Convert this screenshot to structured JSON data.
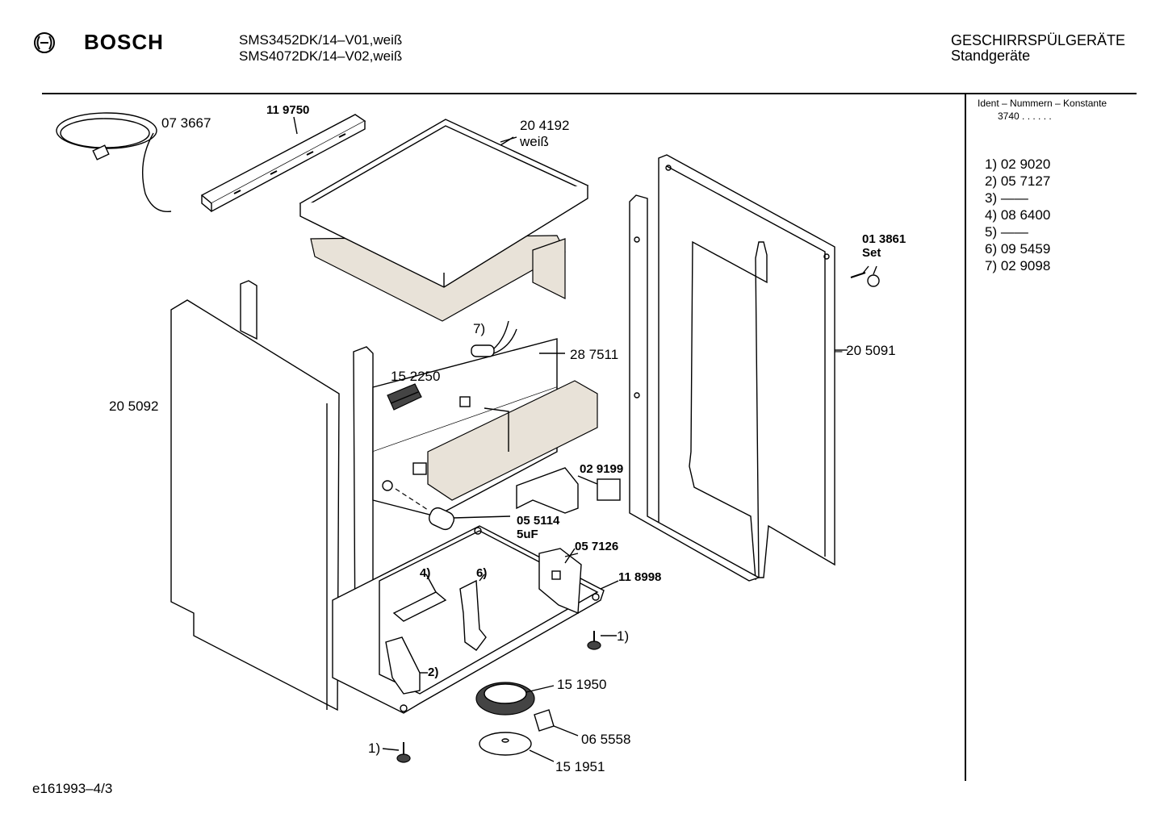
{
  "header": {
    "brand": "BOSCH",
    "models": [
      "SMS3452DK/14–V01,weiß",
      "SMS4072DK/14–V02,weiß"
    ],
    "category": "GESCHIRRSPÜLGERÄTE",
    "subcategory": "Standgeräte"
  },
  "sidebar": {
    "title": "Ident – Nummern – Konstante",
    "constant": "3740  .  .   .  .  .  .",
    "items": [
      "1)  02 9020",
      "2)  05 7127",
      "3)  ——",
      "4)  08 6400",
      "5)  ——",
      "6)  09 5459",
      "7)  02 9098"
    ]
  },
  "parts": {
    "p073667": "07 3667",
    "p119750": "11 9750",
    "p204192": "20 4192",
    "p204192_color": "weiß",
    "p013861": "01 3861",
    "p013861_set": "Set",
    "p287511": "28 7511",
    "p7": "7)",
    "p152250": "15 2250",
    "p205091": "– 20 5091",
    "p205092": "20 5092",
    "p029199": "02 9199",
    "p055114": "05 5114",
    "p055114_cap": "5uF",
    "p057126": "05 7126",
    "p118998": "11 8998",
    "p4": "4)",
    "p6": "6)",
    "p1a": "1)",
    "p2": "2)",
    "p151950": "15 1950",
    "p065558": "06 5558",
    "p1b": "1)",
    "p151951": "15 1951"
  },
  "footer": {
    "code": "e161993–4/3"
  }
}
